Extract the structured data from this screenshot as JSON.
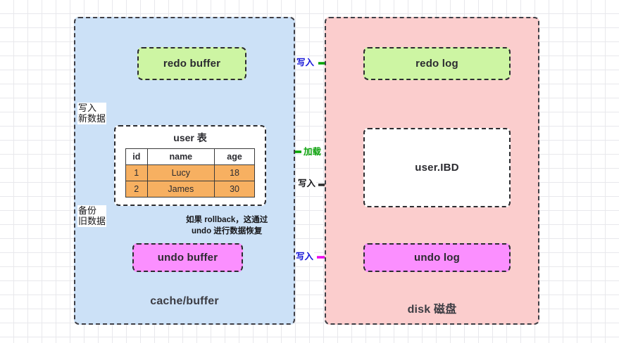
{
  "diagram": {
    "title": "MySQL InnoDB redo/undo buffer and disk diagram",
    "colors": {
      "cache_panel_bg": "#cce1f7",
      "disk_panel_bg": "#fbcdcd",
      "buffer_green": "#cdf5a3",
      "buffer_magenta": "#fb8fff",
      "table_row_orange": "#f7b061",
      "arrow_green": "#00a300",
      "arrow_magenta": "#ee00ee",
      "arrow_black": "#2b2b2b",
      "label_blue": "#1414d8",
      "border_dark": "#2c2c30"
    }
  },
  "cache": {
    "panel_label": "cache/buffer",
    "redo_buffer": "redo buffer",
    "undo_buffer": "undo buffer",
    "user_table": {
      "title": "user 表",
      "columns": [
        "id",
        "name",
        "age"
      ],
      "rows": [
        [
          "1",
          "Lucy",
          "18"
        ],
        [
          "2",
          "James",
          "30"
        ]
      ]
    }
  },
  "disk": {
    "panel_label": "disk 磁盘",
    "redo_log": "redo log",
    "user_ibd": "user.IBD",
    "undo_log": "undo log"
  },
  "labels": {
    "write_new_data_line1": "写入",
    "write_new_data_line2": "新数据",
    "backup_old_data_line1": "备份",
    "backup_old_data_line2": "旧数据",
    "write_redo": "写入",
    "load_ibd": "加载",
    "write_ibd": "写入",
    "write_undo": "写入",
    "rollback_note_line1": "如果 rollback，这通过",
    "rollback_note_line2": "undo 进行数据恢复"
  }
}
